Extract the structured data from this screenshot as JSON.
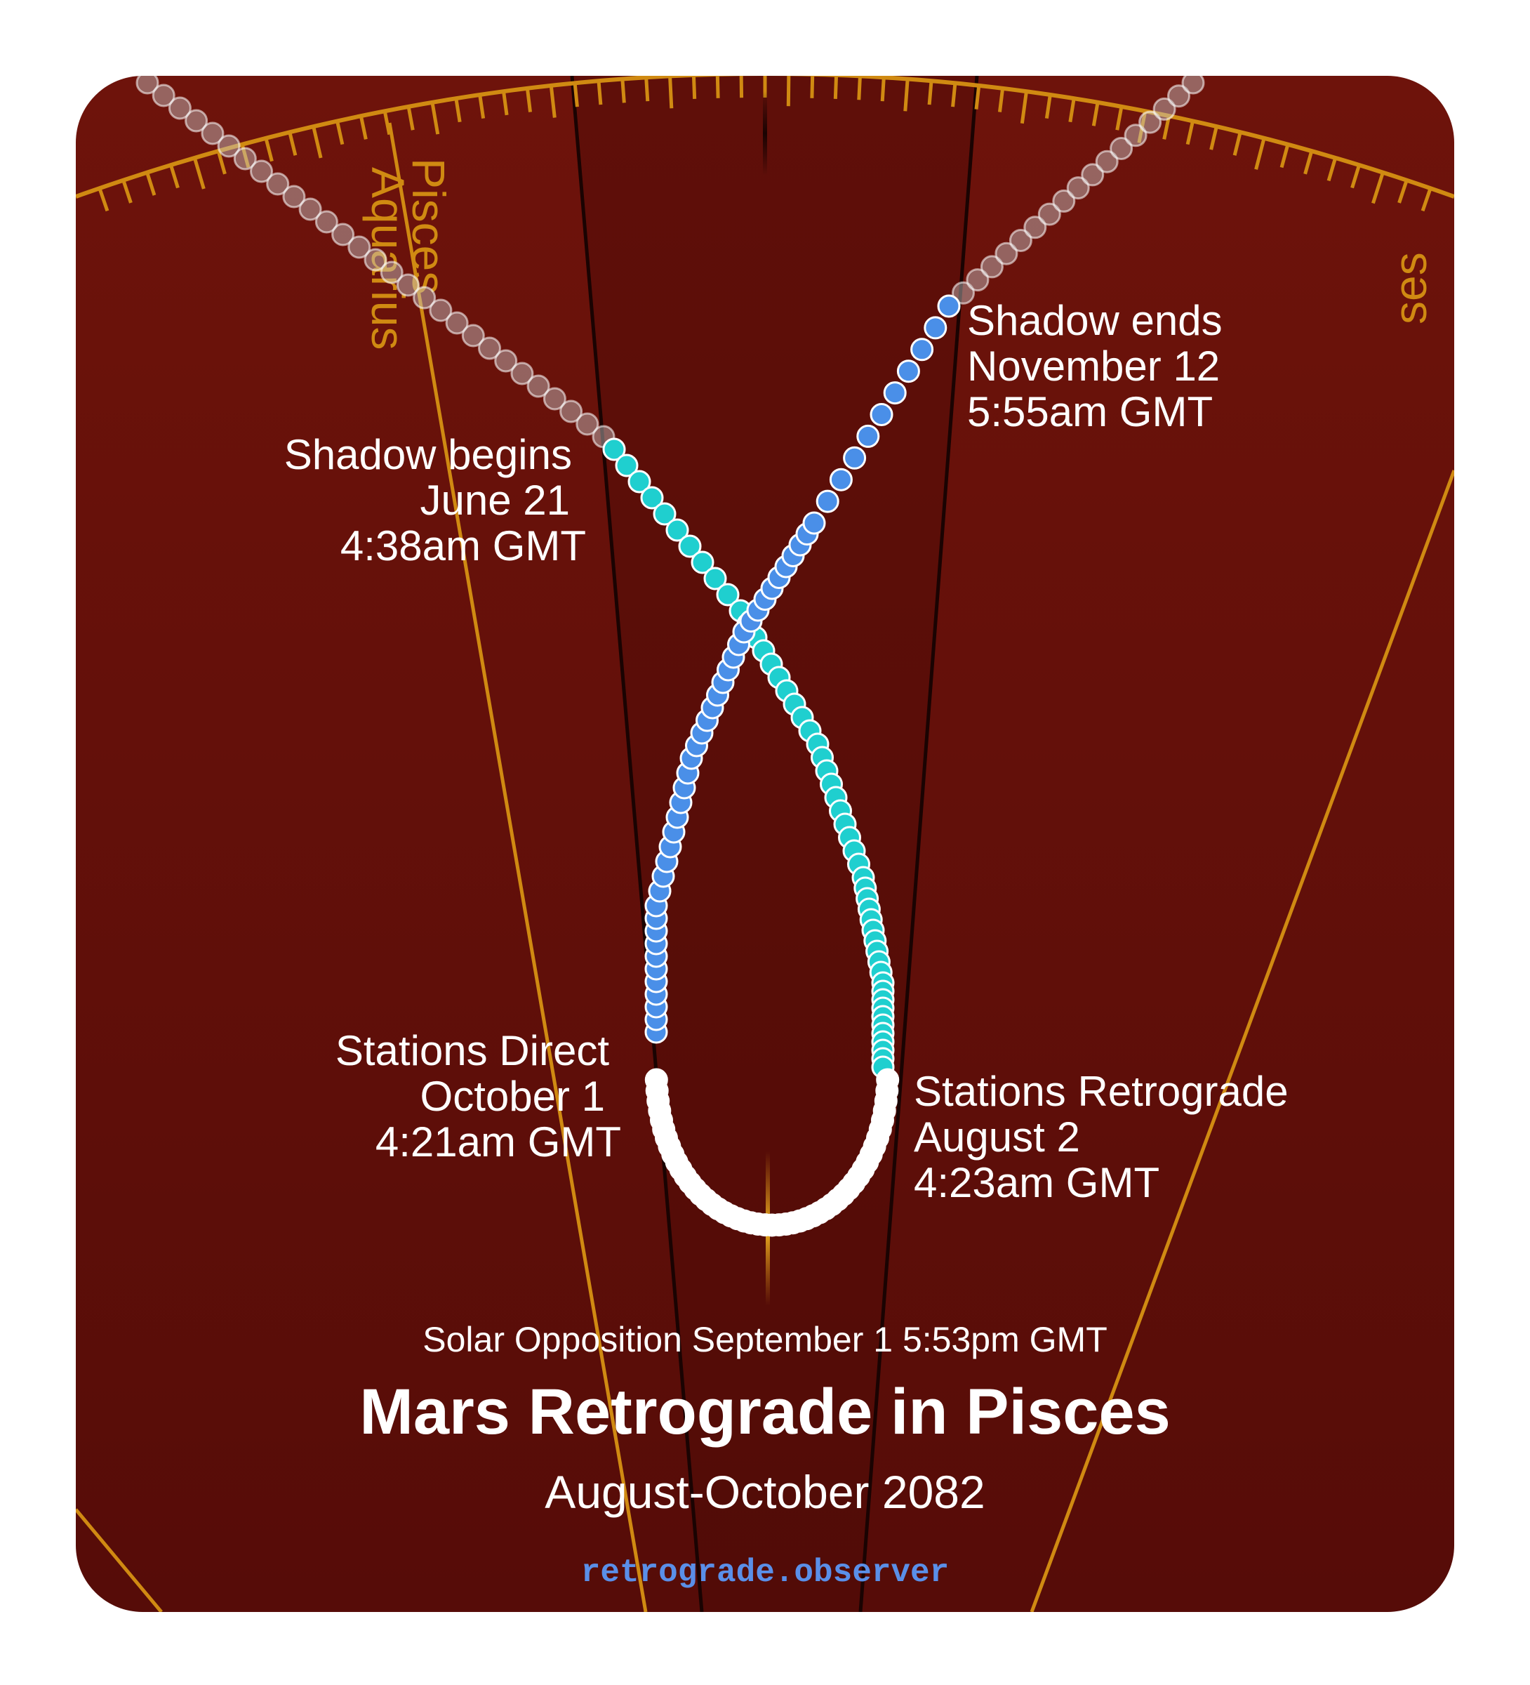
{
  "title": "Mars Retrograde in Pisces",
  "subtitle": "August-October 2082",
  "opposition": "Solar Opposition September 1 5:53pm GMT",
  "website": "retrograde.observer",
  "signs": {
    "aquarius": "Aquarius",
    "pisces": "Pisces",
    "aries_fragment": "ses"
  },
  "events": {
    "shadow_begins": {
      "label": "Shadow begins",
      "date": "June 21",
      "time": "4:38am GMT"
    },
    "stations_retrograde": {
      "label": "Stations Retrograde",
      "date": "August 2",
      "time": "4:23am GMT"
    },
    "stations_direct": {
      "label": "Stations Direct",
      "date": "October 1",
      "time": "4:21am GMT"
    },
    "shadow_ends": {
      "label": "Shadow ends",
      "date": "November 12",
      "time": "5:55am GMT"
    }
  },
  "colors": {
    "background_top": "#6e130b",
    "background_bottom": "#560c08",
    "zodiac_gold": "#d08a12",
    "pre_shadow_dot": "#1fcfcf",
    "retrograde_dot": "#ffffff",
    "post_shadow_dot": "#4a8fe8",
    "website_text": "#5a8fe8"
  }
}
